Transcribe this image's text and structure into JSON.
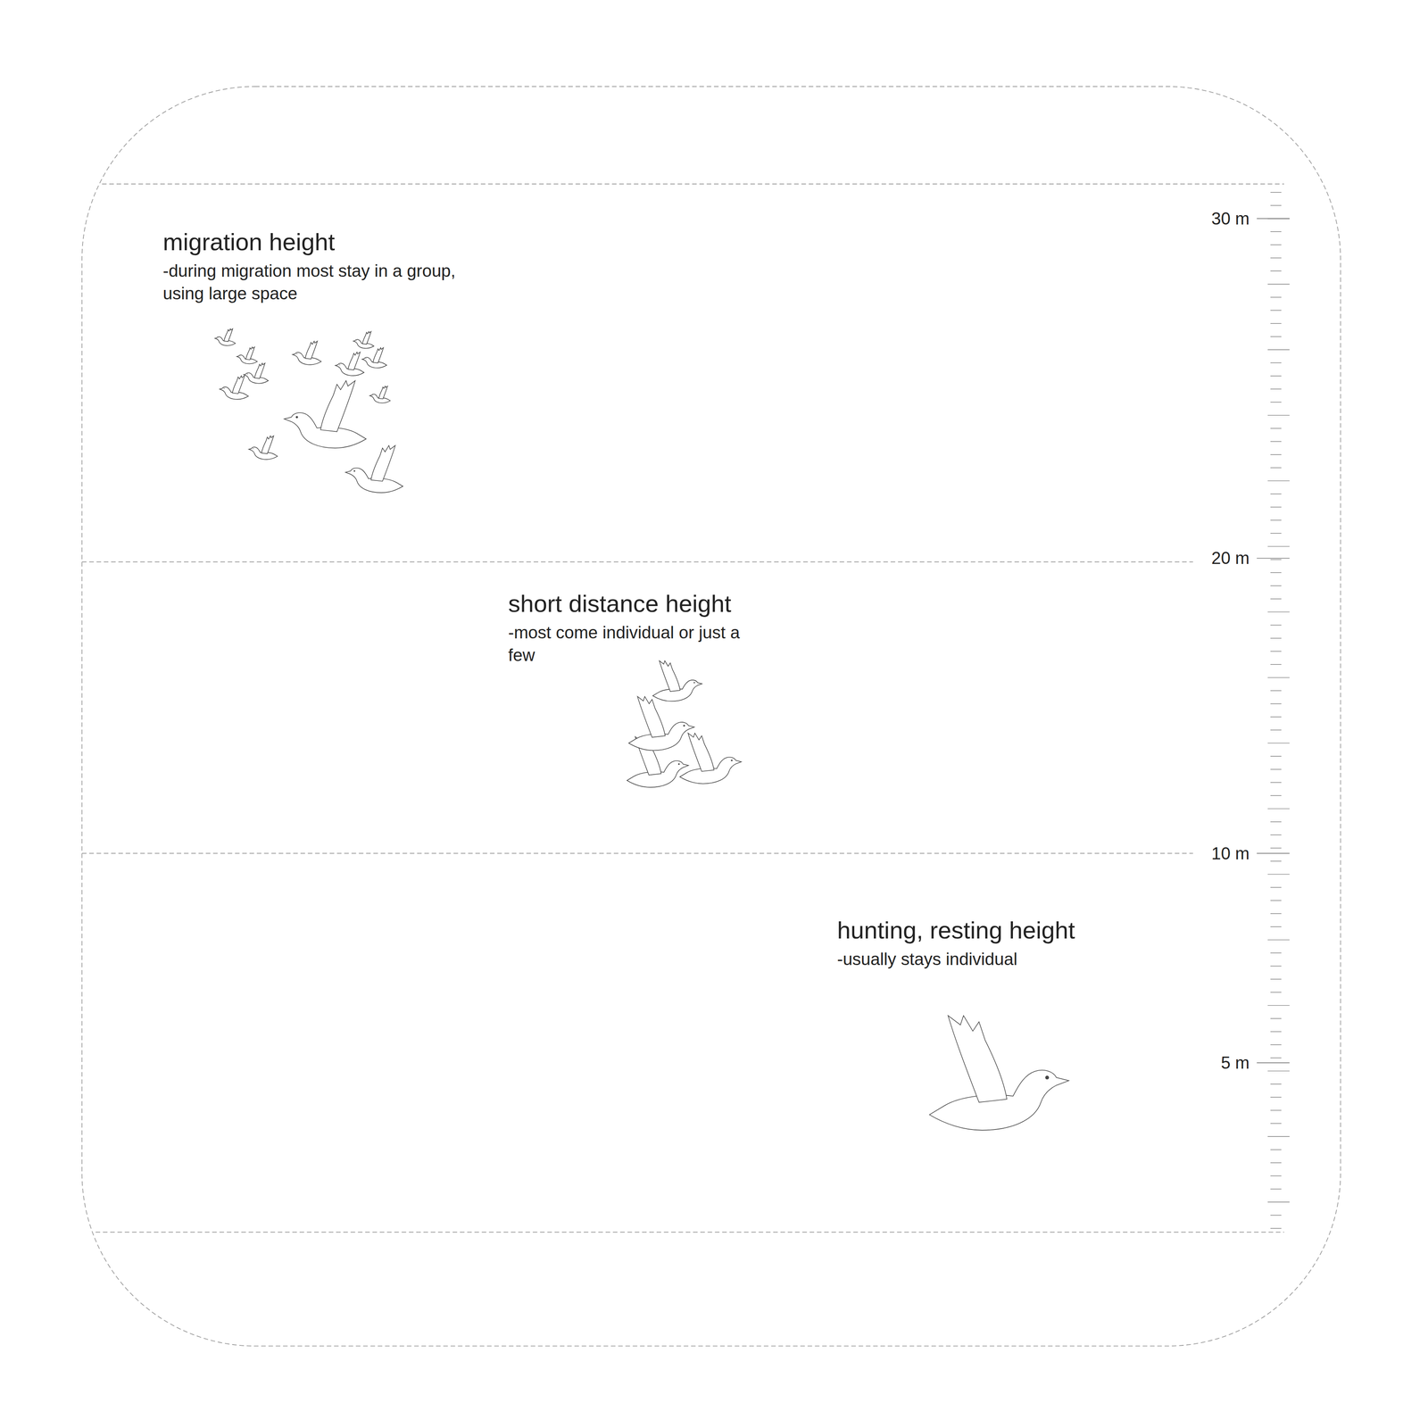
{
  "diagram": {
    "nodes": [
      {
        "text": [
          "migration height",
          "-during migration most stay in a group, using large space"
        ]
      },
      {
        "text": [
          "short distance height",
          "-most come individual or just a few"
        ]
      },
      {
        "text": [
          "hunting, resting height",
          "-usually stays individual"
        ]
      }
    ],
    "labels": [
      "30 m",
      "20 m",
      "10 m",
      "5 m"
    ]
  }
}
